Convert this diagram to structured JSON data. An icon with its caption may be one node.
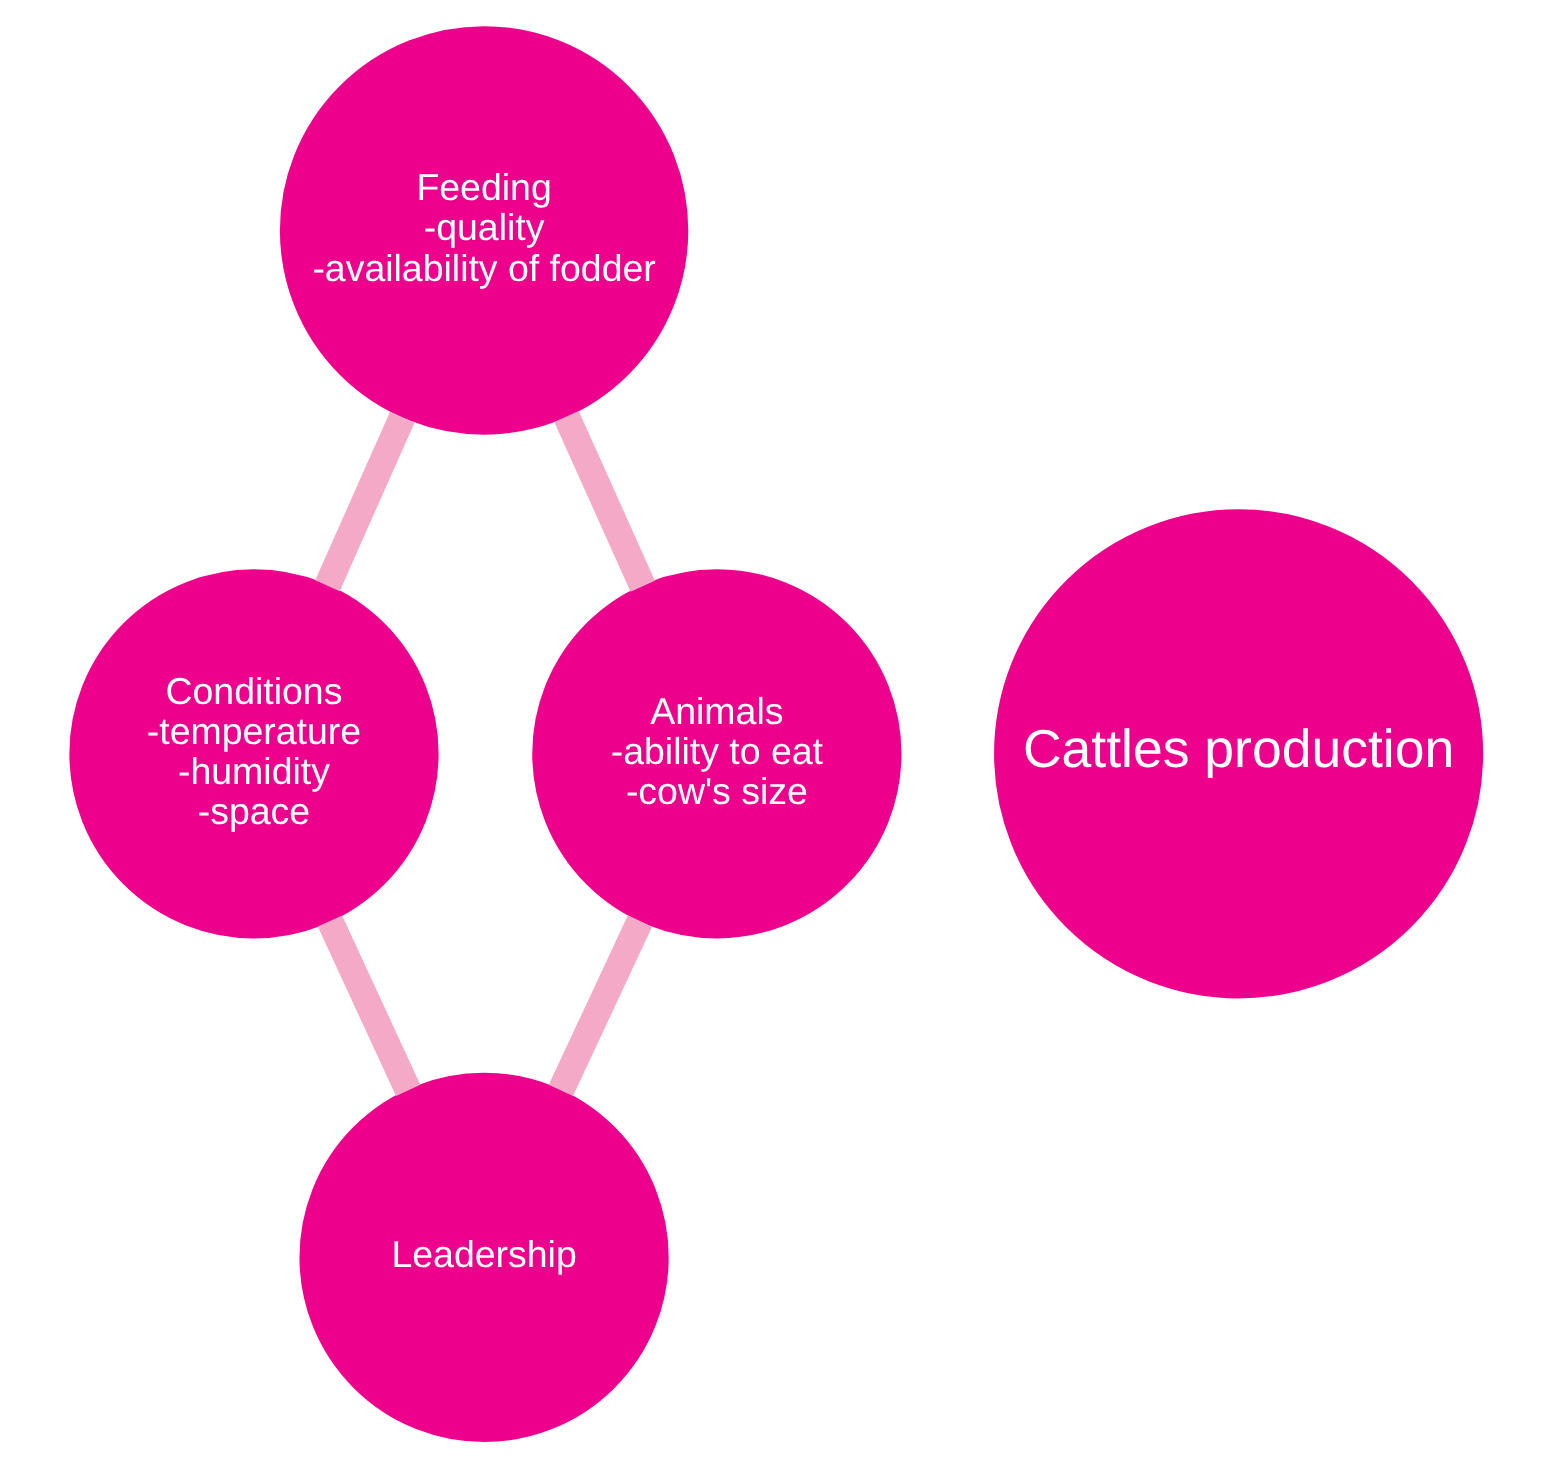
{
  "diagram": {
    "nodes": [
      {
        "text": [
          "Feeding",
          "-quality",
          "-availability of fodder"
        ]
      },
      {
        "text": [
          "Conditions",
          "-temperature",
          "-humidity",
          "-space"
        ]
      },
      {
        "text": [
          "Cattles production"
        ]
      },
      {
        "text": [
          "Animals",
          "-ability to eat",
          "-cow's size"
        ]
      },
      {
        "text": [
          "Leadership"
        ]
      }
    ],
    "edges": [
      {
        "from": 0,
        "to": 3,
        "arrow": "none"
      },
      {
        "from": 3,
        "to": 4,
        "arrow": "none"
      },
      {
        "from": 4,
        "to": 1,
        "arrow": "none"
      },
      {
        "from": 1,
        "to": 0,
        "arrow": "none"
      }
    ]
  }
}
